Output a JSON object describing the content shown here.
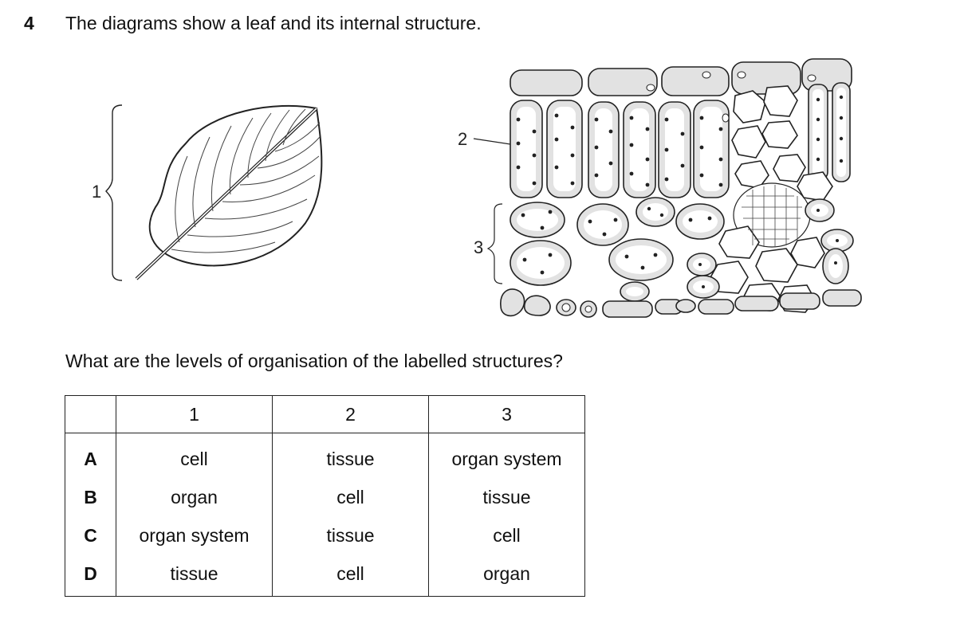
{
  "question": {
    "number": "4",
    "text": "The diagrams show a leaf and its internal structure.",
    "prompt": "What are the levels of organisation of the labelled structures?"
  },
  "figure_labels": {
    "leaf": "1",
    "palisade": "2",
    "spongy": "3"
  },
  "table": {
    "headers": [
      "",
      "1",
      "2",
      "3"
    ],
    "rows": [
      {
        "letter": "A",
        "c1": "cell",
        "c2": "tissue",
        "c3": "organ system"
      },
      {
        "letter": "B",
        "c1": "organ",
        "c2": "cell",
        "c3": "tissue"
      },
      {
        "letter": "C",
        "c1": "organ system",
        "c2": "tissue",
        "c3": "cell"
      },
      {
        "letter": "D",
        "c1": "tissue",
        "c2": "cell",
        "c3": "organ"
      }
    ]
  }
}
